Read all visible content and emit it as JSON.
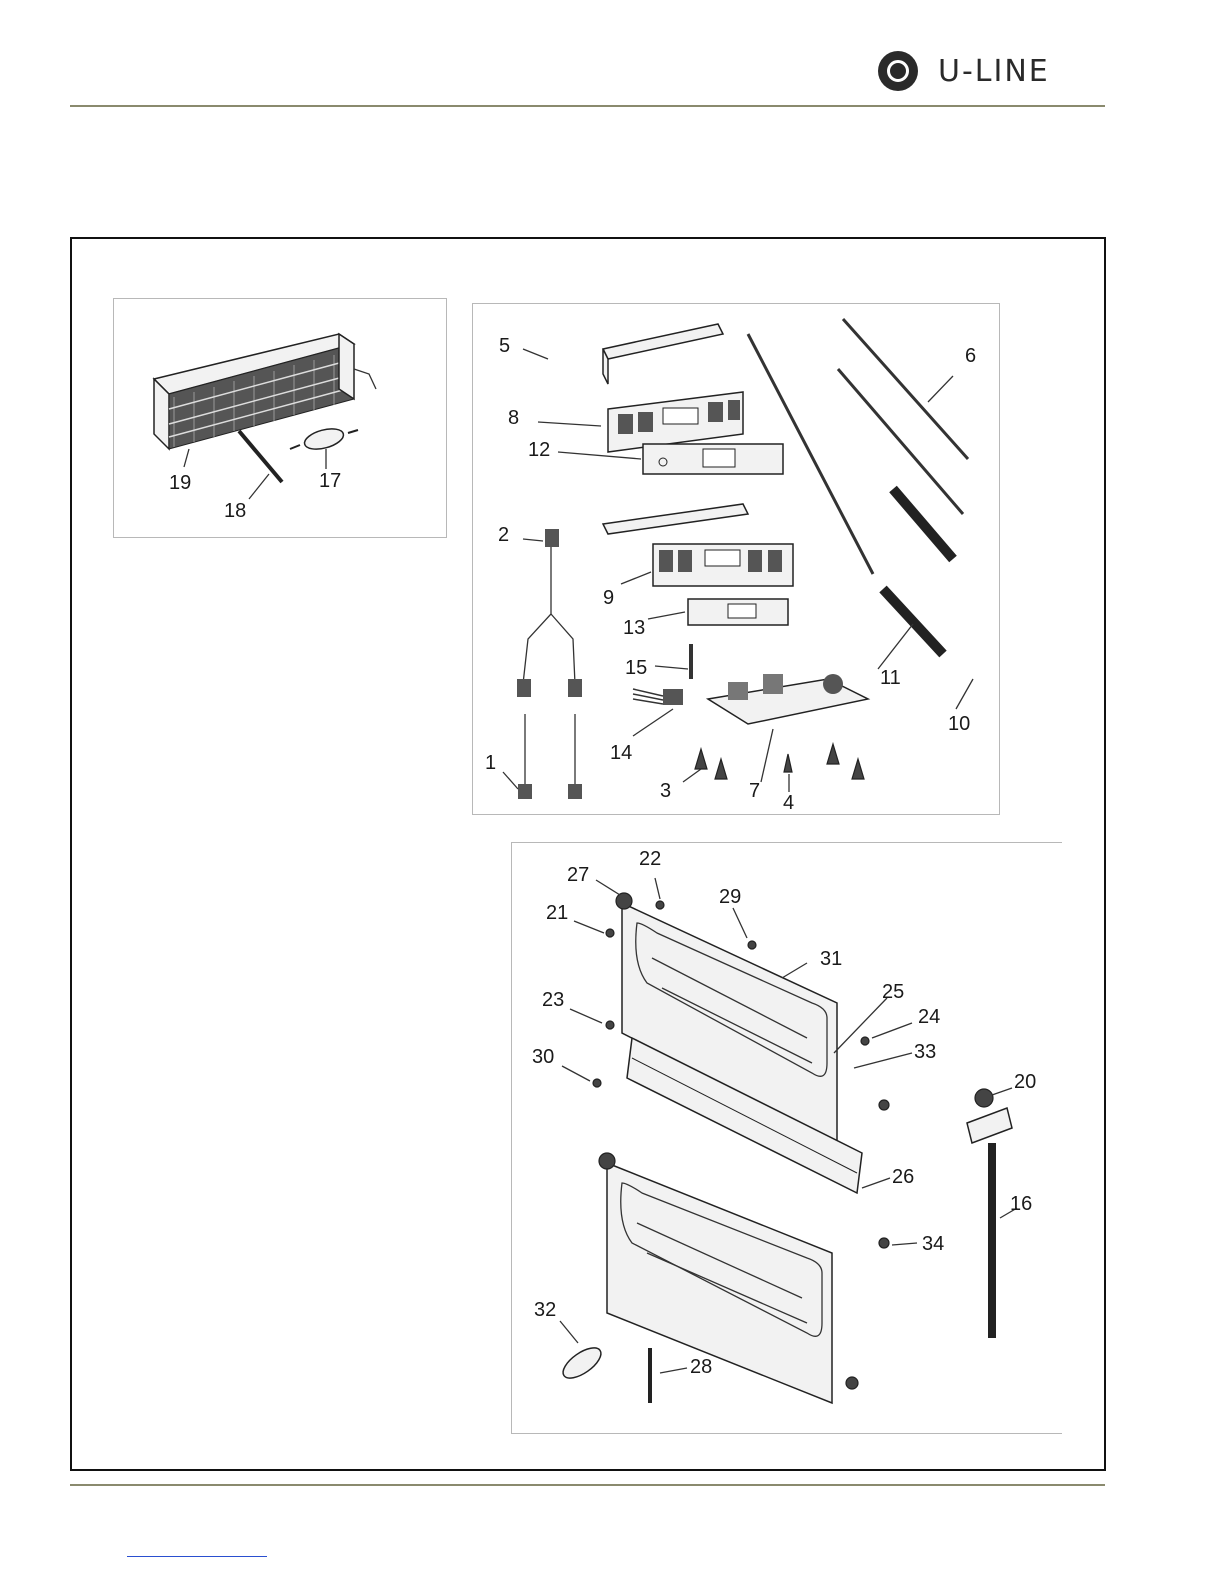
{
  "brand": {
    "name": "U-LINE"
  },
  "panels": {
    "evaporator": {
      "labels": [
        "19",
        "18",
        "17"
      ]
    },
    "controls": {
      "labels": [
        "5",
        "8",
        "12",
        "2",
        "9",
        "13",
        "15",
        "14",
        "1",
        "3",
        "7",
        "4",
        "6",
        "11",
        "10"
      ]
    },
    "cold_plate": {
      "labels": [
        "27",
        "22",
        "29",
        "21",
        "31",
        "23",
        "25",
        "24",
        "33",
        "30",
        "20",
        "26",
        "16",
        "34",
        "32",
        "28"
      ]
    }
  }
}
